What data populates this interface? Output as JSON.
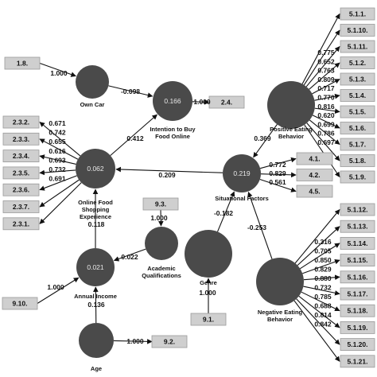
{
  "nodes": {
    "own_car": {
      "label": [],
      "label_below": "Own Car",
      "r2": ""
    },
    "intention": {
      "label_below": "Intention to Buy Food Online",
      "lines": [
        "Intention to Buy",
        "Food Online"
      ],
      "r2": "0.166"
    },
    "positive": {
      "lines": [
        "Positive Eating",
        "Behavior"
      ],
      "r2": ""
    },
    "online_exp": {
      "lines": [
        "Online Food",
        "Shopping",
        "Experience"
      ],
      "r2": "0.062"
    },
    "situational": {
      "lines": [
        "Situational Factors"
      ],
      "r2": "0.219"
    },
    "academic": {
      "lines": [
        "Academic",
        "Qualifications"
      ],
      "r2": ""
    },
    "income": {
      "lines": [
        "Annual Income"
      ],
      "r2": "0.021"
    },
    "genre": {
      "lines": [
        "Genre"
      ],
      "r2": ""
    },
    "negative": {
      "lines": [
        "Negative Eating",
        "Behavior"
      ],
      "r2": ""
    },
    "age": {
      "lines": [
        "Age"
      ],
      "r2": ""
    }
  },
  "paths": [
    {
      "from": "Own Car",
      "to": "Intention to Buy Food Online",
      "value": "-0.098"
    },
    {
      "from": "Online Food Shopping Experience",
      "to": "Intention to Buy Food Online",
      "value": "0.412"
    },
    {
      "from": "Positive Eating Behavior",
      "to": "Situational Factors",
      "value": "0.369"
    },
    {
      "from": "Situational Factors",
      "to": "Online Food Shopping Experience",
      "value": "0.209"
    },
    {
      "from": "Annual Income",
      "to": "Online Food Shopping Experience",
      "value": "0.118"
    },
    {
      "from": "Academic Qualifications",
      "to": "Annual Income",
      "value": "0.022"
    },
    {
      "from": "Genre",
      "to": "Situational Factors",
      "value": "-0.182"
    },
    {
      "from": "Negative Eating Behavior",
      "to": "Situational Factors",
      "value": "-0.253"
    },
    {
      "from": "Age",
      "to": "Annual Income",
      "value": "0.136"
    }
  ],
  "single_indicators": [
    {
      "box": "1.8.",
      "value": "1.000"
    },
    {
      "box": "2.4.",
      "value": "1.000"
    },
    {
      "box": "9.3.",
      "value": "1.000"
    },
    {
      "box": "9.10.",
      "value": "1.000"
    },
    {
      "box": "9.1.",
      "value": "1.000"
    },
    {
      "box": "9.2.",
      "value": "1.000"
    }
  ],
  "online_exp_indicators": [
    {
      "box": "2.3.2.",
      "value": "0.671"
    },
    {
      "box": "2.3.3.",
      "value": "0.742"
    },
    {
      "box": "2.3.4.",
      "value": "0.655"
    },
    {
      "box": "2.3.5.",
      "value": "0.616"
    },
    {
      "box": "2.3.6.",
      "value": "0.693"
    },
    {
      "box": "2.3.7.",
      "value": "0.732"
    },
    {
      "box": "2.3.1.",
      "value": "0.691"
    }
  ],
  "situational_indicators": [
    {
      "box": "4.1.",
      "value": "0.772"
    },
    {
      "box": "4.2.",
      "value": "0.829"
    },
    {
      "box": "4.5.",
      "value": "0.561"
    }
  ],
  "positive_indicators": [
    {
      "box": "5.1.1.",
      "value": "0.775"
    },
    {
      "box": "5.1.10.",
      "value": "0.652"
    },
    {
      "box": "5.1.11.",
      "value": "0.763"
    },
    {
      "box": "5.1.2.",
      "value": "0.809"
    },
    {
      "box": "5.1.3.",
      "value": "0.717"
    },
    {
      "box": "5.1.4.",
      "value": "0.770"
    },
    {
      "box": "5.1.5.",
      "value": "0.816"
    },
    {
      "box": "5.1.6.",
      "value": "0.620"
    },
    {
      "box": "5.1.7.",
      "value": "0.699"
    },
    {
      "box": "5.1.8.",
      "value": "0.786"
    },
    {
      "box": "5.1.9.",
      "value": "0.697"
    }
  ],
  "negative_indicators": [
    {
      "box": "5.1.12.",
      "value": "0.316"
    },
    {
      "box": "5.1.13.",
      "value": "0.705"
    },
    {
      "box": "5.1.14.",
      "value": "0.850"
    },
    {
      "box": "5.1.15.",
      "value": "0.829"
    },
    {
      "box": "5.1.16.",
      "value": "0.880"
    },
    {
      "box": "5.1.17.",
      "value": "0.732"
    },
    {
      "box": "5.1.18.",
      "value": "0.785"
    },
    {
      "box": "5.1.19.",
      "value": "0.688"
    },
    {
      "box": "5.1.20.",
      "value": "0.814"
    },
    {
      "box": "5.1.21.",
      "value": "0.842"
    }
  ],
  "colors": {
    "node": "#4a4a4a",
    "box": "#cfcfcf",
    "box_border": "#9a9a9a",
    "line": "#111111"
  }
}
